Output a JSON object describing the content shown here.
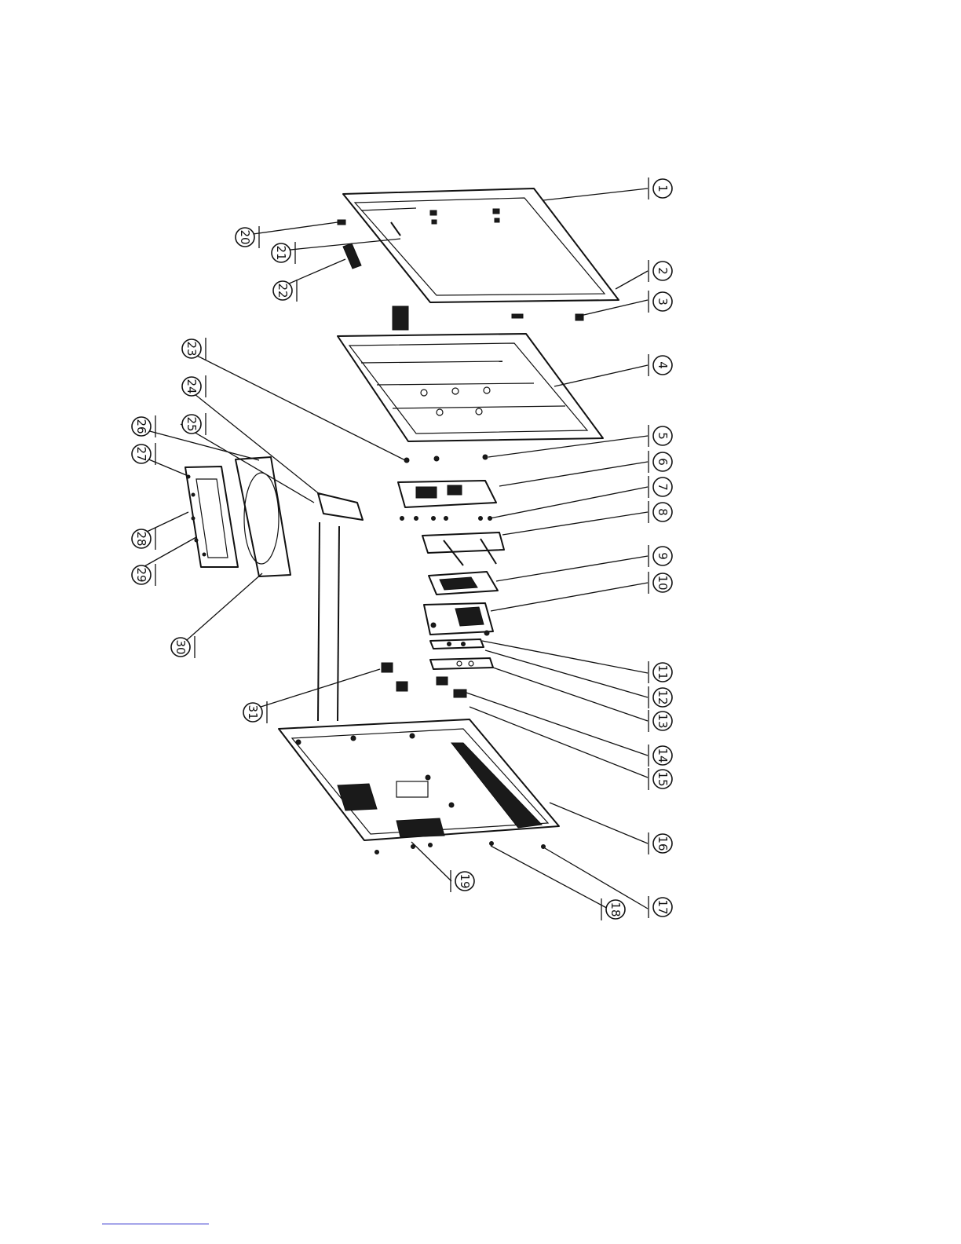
{
  "diagram": {
    "type": "exploded-view",
    "callouts": [
      "1",
      "2",
      "3",
      "4",
      "5",
      "6",
      "7",
      "8",
      "9",
      "10",
      "11",
      "12",
      "13",
      "14",
      "15",
      "16",
      "17",
      "18",
      "19",
      "20",
      "21",
      "22",
      "23",
      "24",
      "25",
      "26",
      "27",
      "28",
      "29",
      "30",
      "31"
    ]
  },
  "colors": {
    "ink": "#111111",
    "paper": "#ffffff",
    "footer_rule": "#2a2acc"
  }
}
